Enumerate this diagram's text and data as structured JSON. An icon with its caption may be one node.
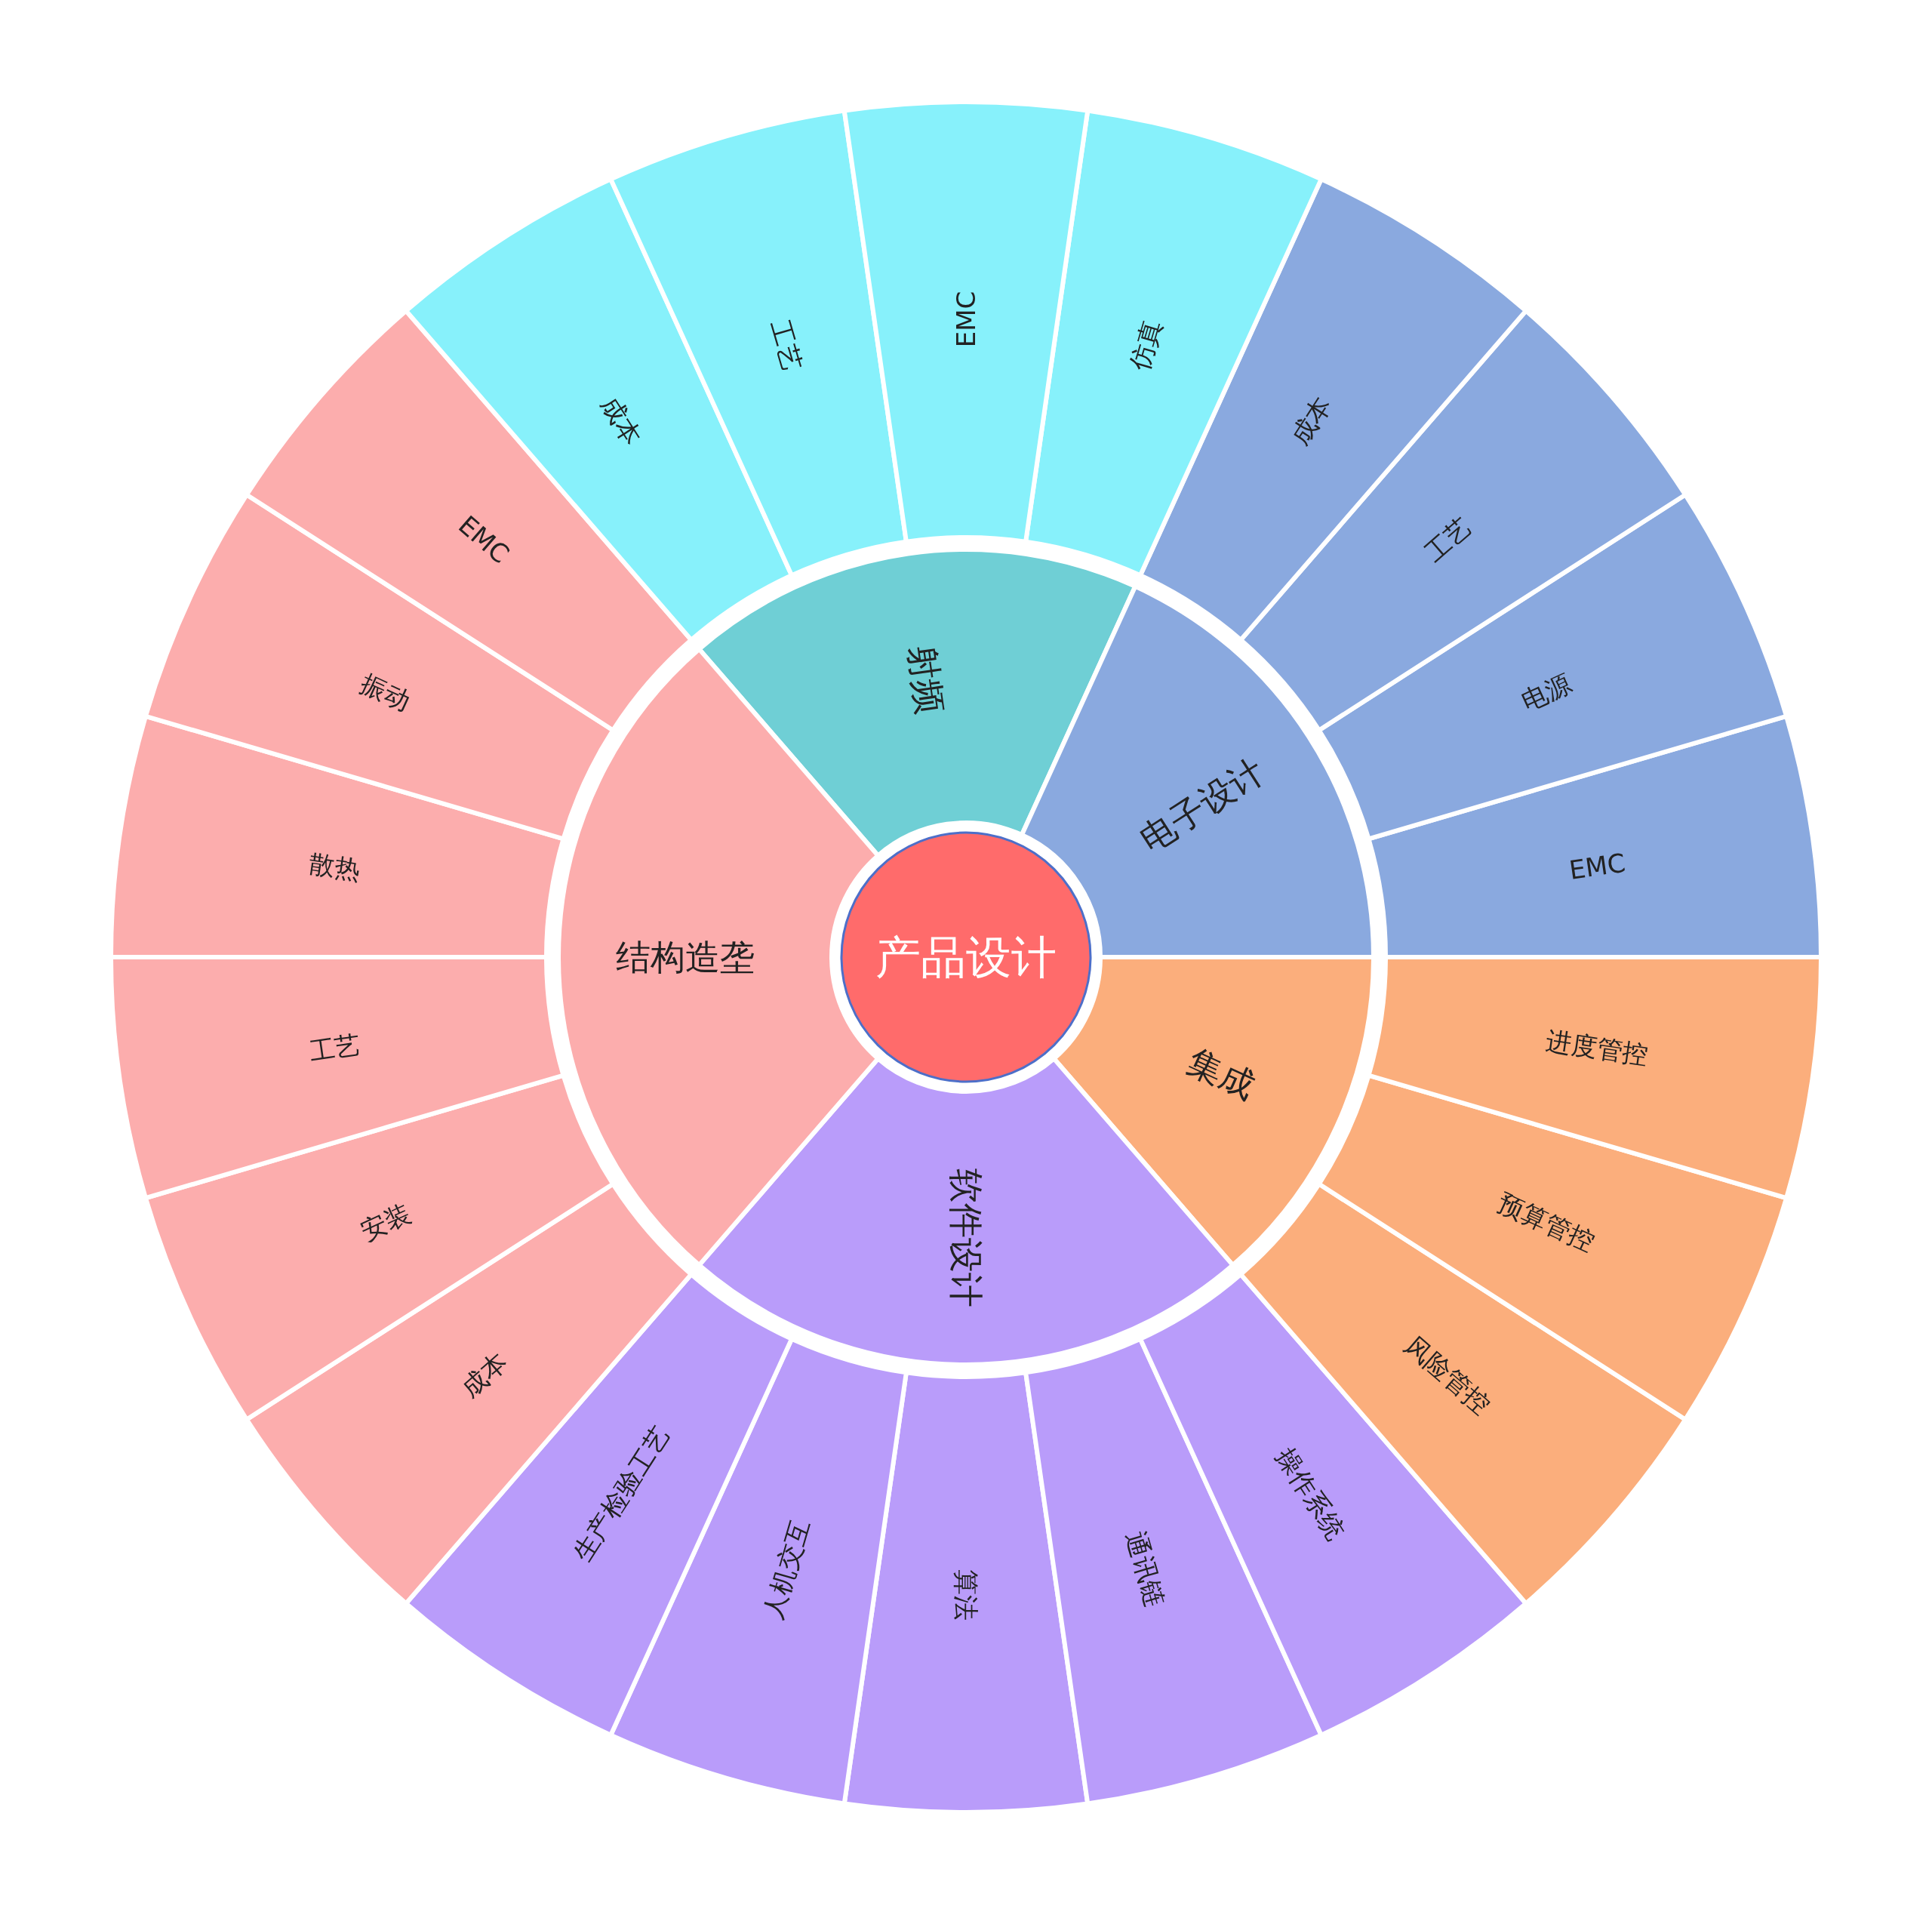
{
  "diagram": {
    "nodes": [
      {
        "text": [
          "产品设计"
        ]
      },
      {
        "text": [
          "射频"
        ]
      },
      {
        "text": [
          "成本"
        ]
      },
      {
        "text": [
          "工艺"
        ]
      },
      {
        "text": [
          "EMC"
        ]
      },
      {
        "text": [
          "仿真"
        ]
      },
      {
        "text": [
          "电子设计"
        ]
      },
      {
        "text": [
          "成本"
        ]
      },
      {
        "text": [
          "工艺"
        ]
      },
      {
        "text": [
          "电源"
        ]
      },
      {
        "text": [
          "EMC"
        ]
      },
      {
        "text": [
          "集成"
        ]
      },
      {
        "text": [
          "进度管控"
        ]
      },
      {
        "text": [
          "预算管控"
        ]
      },
      {
        "text": [
          "风险管控"
        ]
      },
      {
        "text": [
          "软件设计"
        ]
      },
      {
        "text": [
          "操作系统"
        ]
      },
      {
        "text": [
          "通讯链"
        ]
      },
      {
        "text": [
          "算法"
        ]
      },
      {
        "text": [
          "人机交互"
        ]
      },
      {
        "text": [
          "生产检验工艺"
        ]
      },
      {
        "text": [
          "结构造垄"
        ]
      },
      {
        "text": [
          "成本"
        ]
      },
      {
        "text": [
          "安装"
        ]
      },
      {
        "text": [
          "工艺"
        ]
      },
      {
        "text": [
          "散热"
        ]
      },
      {
        "text": [
          "振动"
        ]
      },
      {
        "text": [
          "EMC"
        ]
      }
    ]
  }
}
